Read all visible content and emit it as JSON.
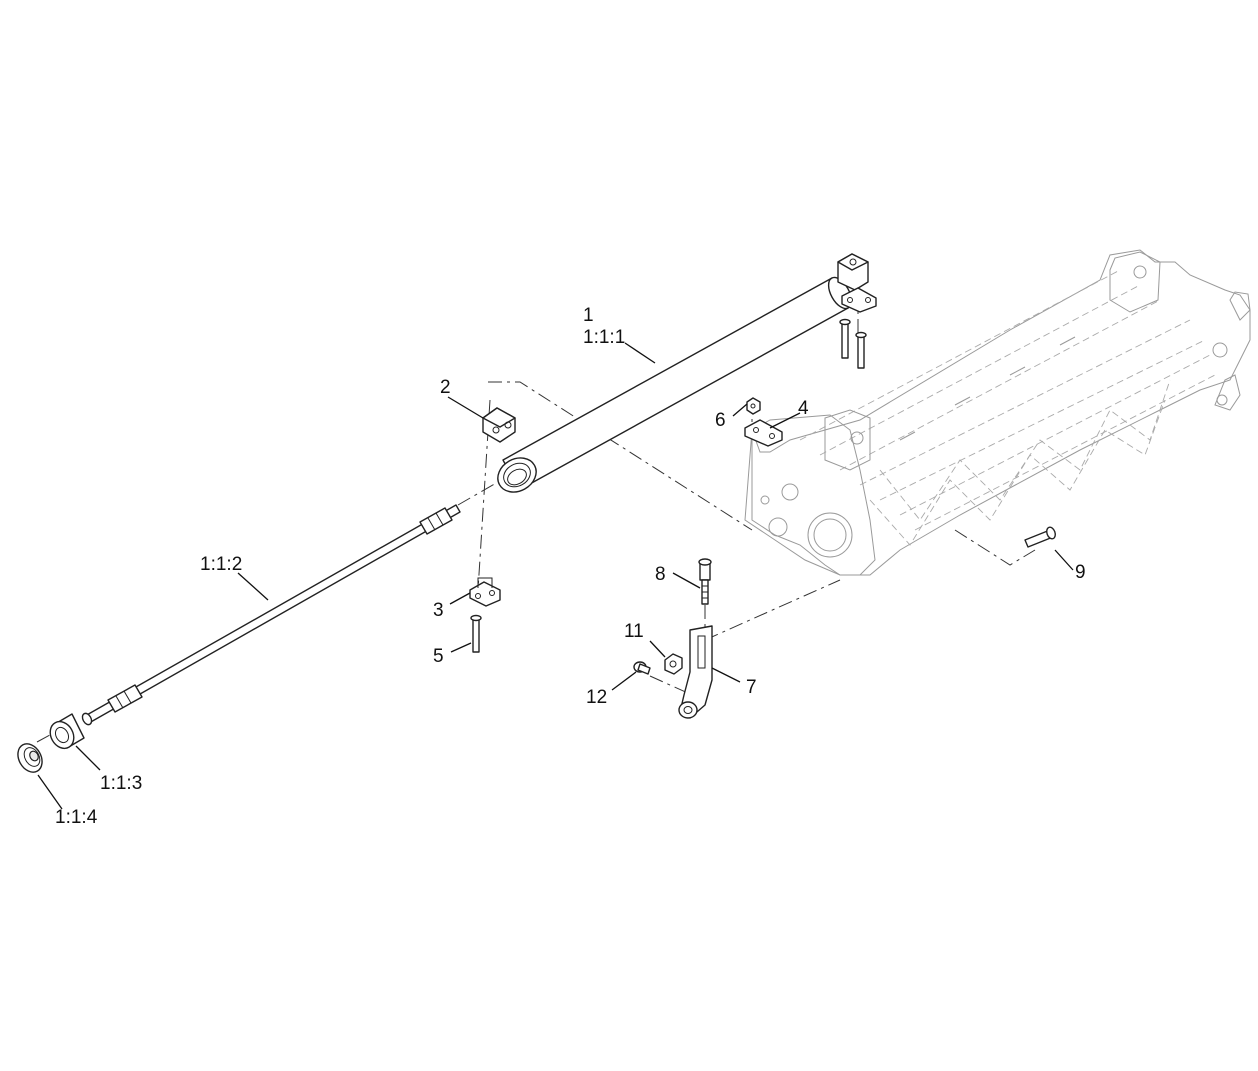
{
  "callouts": {
    "c1": "1",
    "c111": "1:1:1",
    "c2": "2",
    "c3": "3",
    "c4": "4",
    "c5": "5",
    "c6": "6",
    "c7": "7",
    "c8": "8",
    "c9": "9",
    "c11": "11",
    "c12": "12",
    "c112": "1:1:2",
    "c113": "1:1:3",
    "c114": "1:1:4"
  }
}
